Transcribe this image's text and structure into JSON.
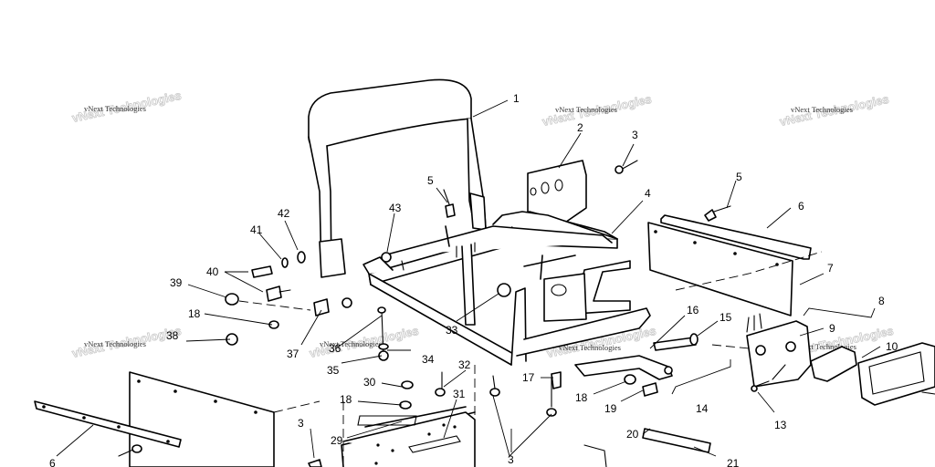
{
  "watermark": {
    "text": "vNext Technologies"
  },
  "callouts": {
    "c1": "1",
    "c2": "2",
    "c3a": "3",
    "c3b": "3",
    "c3c": "3",
    "c4": "4",
    "c5a": "5",
    "c5b": "5",
    "c6a": "6",
    "c6b": "6",
    "c7": "7",
    "c8": "8",
    "c9": "9",
    "c10": "10",
    "c13": "13",
    "c14": "14",
    "c15": "15",
    "c16": "16",
    "c17": "17",
    "c18a": "18",
    "c18b": "18",
    "c18c": "18",
    "c19": "19",
    "c20": "20",
    "c21": "21",
    "c29": "29",
    "c30": "30",
    "c31": "31",
    "c32": "32",
    "c33": "33",
    "c34": "34",
    "c35": "35",
    "c36": "36",
    "c37": "37",
    "c38": "38",
    "c39": "39",
    "c40": "40",
    "c41": "41",
    "c42": "42",
    "c43": "43"
  }
}
